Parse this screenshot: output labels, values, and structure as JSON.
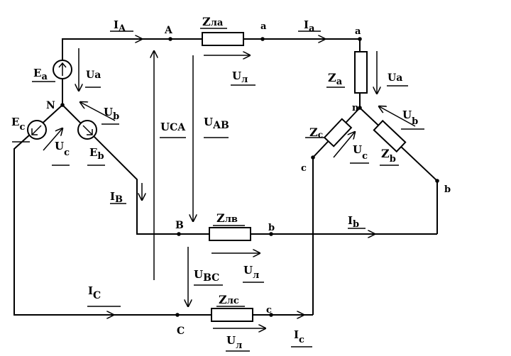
{
  "nodes": {
    "A": "A",
    "a_line": "a",
    "a_load": "a",
    "N": "N",
    "n": "n",
    "B": "B",
    "b_line": "b",
    "b_load": "b",
    "C": "C",
    "c_line": "c",
    "c_load": "c"
  },
  "currents": {
    "IA": {
      "main": "I",
      "sub": "A"
    },
    "Ia": {
      "main": "I",
      "sub": "a"
    },
    "IB": {
      "main": "I",
      "sub": "B"
    },
    "Ib": {
      "main": "I",
      "sub": "b"
    },
    "IC": {
      "main": "I",
      "sub": "C"
    },
    "Ic": {
      "main": "I",
      "sub": "c"
    }
  },
  "impedances": {
    "Zla": {
      "main": "Z",
      "sub": "лa"
    },
    "Zlb": {
      "main": "Z",
      "sub": "лв"
    },
    "Zlc": {
      "main": "Z",
      "sub": "лс"
    },
    "Za": {
      "main": "Z",
      "sub": "a"
    },
    "Zb": {
      "main": "Z",
      "sub": "b"
    },
    "Zc": {
      "main": "Z",
      "sub": "c"
    }
  },
  "emfs": {
    "Ea": {
      "main": "E",
      "sub": "a"
    },
    "Eb": {
      "main": "E",
      "sub": "b"
    },
    "Ec": {
      "main": "E",
      "sub": "c"
    }
  },
  "voltages": {
    "Ua_src": "Ua",
    "Ub_src": {
      "main": "U",
      "sub": "b"
    },
    "Uc_src": {
      "main": "U",
      "sub": "c"
    },
    "UCA": {
      "main": "U",
      "sub": "CA"
    },
    "UAB": {
      "main": "U",
      "sub": "AB"
    },
    "UBC": {
      "main": "U",
      "sub": "BC"
    },
    "Ul1": {
      "main": "U",
      "sub": "л"
    },
    "Ul2": {
      "main": "U",
      "sub": "л"
    },
    "Ul3": {
      "main": "U",
      "sub": "л"
    },
    "Ua_load": "Ua",
    "Ub_load": {
      "main": "U",
      "sub": "b"
    },
    "Uc_load": {
      "main": "U",
      "sub": "c"
    }
  }
}
